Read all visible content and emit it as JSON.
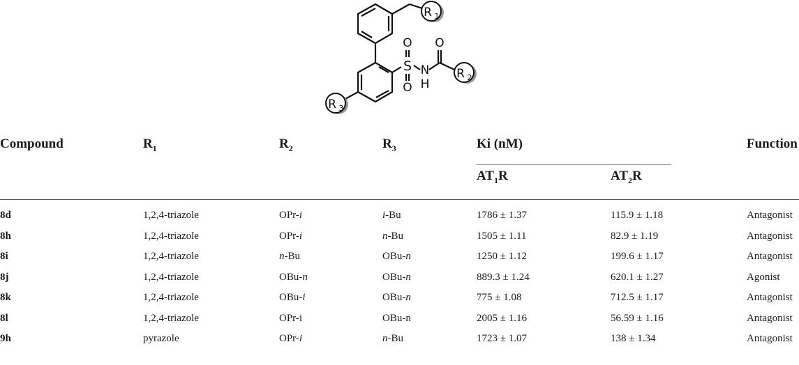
{
  "structure": {
    "labels": {
      "r1": "R1",
      "r2": "R2",
      "r3": "R3",
      "s": "S",
      "n": "N",
      "h": "H",
      "o1": "O",
      "o2": "O",
      "o3": "O"
    }
  },
  "table": {
    "headers": {
      "compound": "Compound",
      "r1": "R",
      "r1_sub": "1",
      "r2": "R",
      "r2_sub": "2",
      "r3": "R",
      "r3_sub": "3",
      "ki": "Ki (nM)",
      "at1r_pre": "AT",
      "at1r_sub": "1",
      "at1r_post": "R",
      "at2r_pre": "AT",
      "at2r_sub": "2",
      "at2r_post": "R",
      "function": "Function"
    },
    "rows": [
      {
        "compound": "8d",
        "r1": "1,2,4-triazole",
        "r2_base": "OPr-",
        "r2_ital": "i",
        "r3_ital": "i",
        "r3_base": "-Bu",
        "at1r": "1786 ± 1.37",
        "at2r": "115.9 ± 1.18",
        "function": "Antagonist"
      },
      {
        "compound": "8h",
        "r1": "1,2,4-triazole",
        "r2_base": "OPr-",
        "r2_ital": "i",
        "r3_ital": "n",
        "r3_base": "-Bu",
        "at1r": "1505 ± 1.11",
        "at2r": "82.9 ± 1.19",
        "function": "Antagonist"
      },
      {
        "compound": "8i",
        "r1": "1,2,4-triazole",
        "r2_ital": "n",
        "r2_base": "-Bu",
        "r3_base": "OBu-",
        "r3_ital": "n",
        "at1r": "1250 ± 1.12",
        "at2r": "199.6 ± 1.17",
        "function": "Antagonist"
      },
      {
        "compound": "8j",
        "r1": "1,2,4-triazole",
        "r2_base": "OBu-",
        "r2_ital": "n",
        "r3_base": "OBu-",
        "r3_ital": "n",
        "at1r": "889.3 ± 1.24",
        "at2r": "620.1 ± 1.27",
        "function": "Agonist"
      },
      {
        "compound": "8k",
        "r1": "1,2,4-triazole",
        "r2_base": "OBu-",
        "r2_ital": "i",
        "r3_base": "OBu-",
        "r3_ital": "n",
        "at1r": "775 ± 1.08",
        "at2r": "712.5 ± 1.17",
        "function": "Antagonist"
      },
      {
        "compound": "8l",
        "r1": "1,2,4-triazole",
        "r2_base": "OPr-i",
        "r3_base": "OBu-n",
        "at1r": "2005 ± 1.16",
        "at2r": "56.59 ± 1.16",
        "function": "Antagonist"
      },
      {
        "compound": "9h",
        "r1": "pyrazole",
        "r2_base": "OPr-",
        "r2_ital": "i",
        "r3_ital": "n",
        "r3_base": "-Bu",
        "at1r": "1723 ± 1.07",
        "at2r": "138 ± 1.34",
        "function": "Antagonist"
      }
    ]
  }
}
